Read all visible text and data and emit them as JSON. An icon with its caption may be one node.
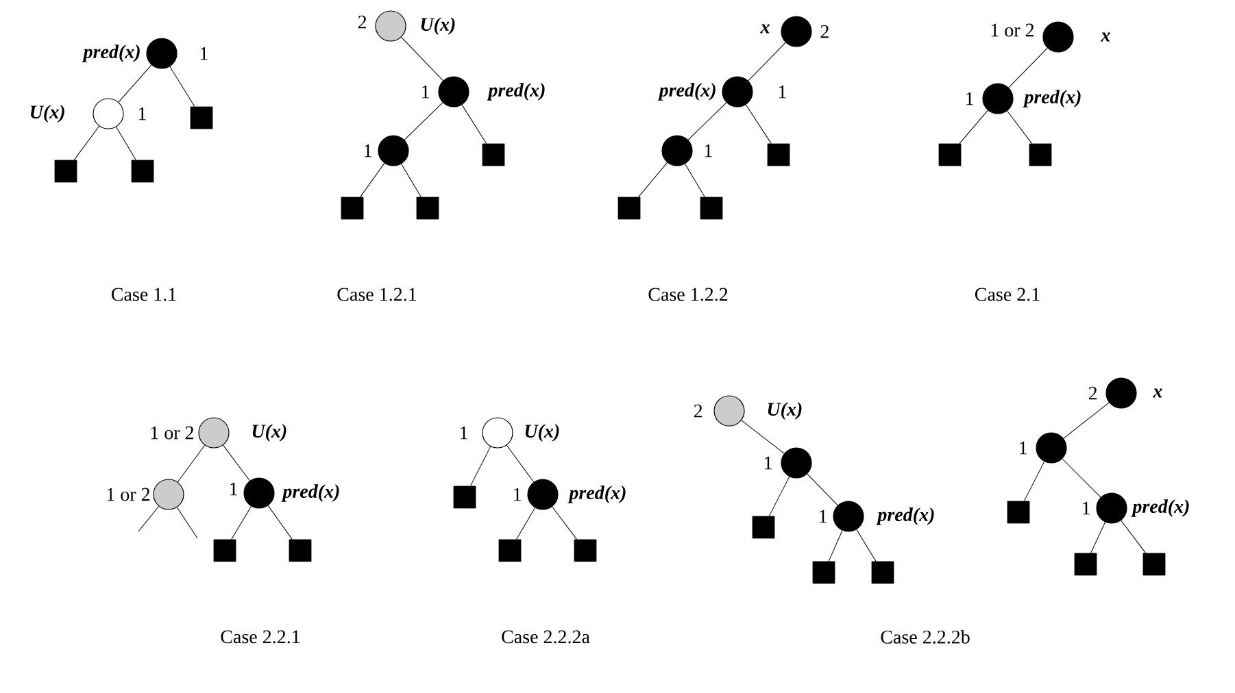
{
  "diagram": {
    "nodes": [
      {
        "text": [],
        "shape": "circle",
        "beside": [
          "pred(x)",
          "1"
        ]
      },
      {
        "text": [],
        "shape": "circle",
        "beside": [
          "U(x)",
          "1"
        ]
      },
      {
        "text": [],
        "shape": "box"
      },
      {
        "text": [],
        "shape": "box"
      },
      {
        "text": [],
        "shape": "box"
      },
      {
        "text": [],
        "shape": "circle",
        "beside": [
          "2",
          "U(x)"
        ]
      },
      {
        "text": [],
        "shape": "circle",
        "beside": [
          "1",
          "pred(x)"
        ]
      },
      {
        "text": [],
        "shape": "circle",
        "beside": [
          "1"
        ]
      },
      {
        "text": [],
        "shape": "box"
      },
      {
        "text": [],
        "shape": "box"
      },
      {
        "text": [],
        "shape": "box"
      },
      {
        "text": [],
        "shape": "circle",
        "beside": [
          "x",
          "2"
        ]
      },
      {
        "text": [],
        "shape": "circle",
        "beside": [
          "pred(x)",
          "1"
        ]
      },
      {
        "text": [],
        "shape": "circle",
        "beside": [
          "1"
        ]
      },
      {
        "text": [],
        "shape": "box"
      },
      {
        "text": [],
        "shape": "box"
      },
      {
        "text": [],
        "shape": "box"
      },
      {
        "text": [],
        "shape": "circle",
        "beside": [
          "1 or 2",
          "x"
        ]
      },
      {
        "text": [],
        "shape": "circle",
        "beside": [
          "1",
          "pred(x)"
        ]
      },
      {
        "text": [],
        "shape": "box"
      },
      {
        "text": [],
        "shape": "box"
      },
      {
        "text": [],
        "shape": "circle",
        "beside": [
          "1 or 2",
          "U(x)"
        ]
      },
      {
        "text": [],
        "shape": "circle",
        "beside": [
          "1 or 2"
        ]
      },
      {
        "text": [],
        "shape": "circle",
        "beside": [
          "1",
          "pred(x)"
        ]
      },
      {
        "text": [],
        "shape": "box"
      },
      {
        "text": [],
        "shape": "box"
      },
      {
        "text": [],
        "shape": "circle",
        "beside": [
          "1",
          "U(x)"
        ]
      },
      {
        "text": [],
        "shape": "box"
      },
      {
        "text": [],
        "shape": "circle",
        "beside": [
          "1",
          "pred(x)"
        ]
      },
      {
        "text": [],
        "shape": "box"
      },
      {
        "text": [],
        "shape": "box"
      },
      {
        "text": [],
        "shape": "circle",
        "beside": [
          "2",
          "U(x)"
        ]
      },
      {
        "text": [],
        "shape": "circle",
        "beside": [
          "1"
        ]
      },
      {
        "text": [],
        "shape": "box"
      },
      {
        "text": [],
        "shape": "circle",
        "beside": [
          "1",
          "pred(x)"
        ]
      },
      {
        "text": [],
        "shape": "box"
      },
      {
        "text": [],
        "shape": "box"
      },
      {
        "text": [],
        "shape": "circle",
        "beside": [
          "2",
          "x"
        ]
      },
      {
        "text": [],
        "shape": "circle",
        "beside": [
          "1"
        ]
      },
      {
        "text": [],
        "shape": "box"
      },
      {
        "text": [],
        "shape": "circle",
        "beside": [
          "1",
          "pred(x)"
        ]
      },
      {
        "text": [],
        "shape": "box"
      },
      {
        "text": [],
        "shape": "box"
      }
    ],
    "edges": [
      {
        "from": 0,
        "to": 1,
        "arrow": "none"
      },
      {
        "from": 0,
        "to": 2,
        "arrow": "none"
      },
      {
        "from": 1,
        "to": 3,
        "arrow": "none"
      },
      {
        "from": 1,
        "to": 4,
        "arrow": "none"
      },
      {
        "from": 5,
        "to": 6,
        "arrow": "none"
      },
      {
        "from": 6,
        "to": 7,
        "arrow": "none"
      },
      {
        "from": 6,
        "to": 8,
        "arrow": "none"
      },
      {
        "from": 7,
        "to": 9,
        "arrow": "none"
      },
      {
        "from": 7,
        "to": 10,
        "arrow": "none"
      },
      {
        "from": 11,
        "to": 12,
        "arrow": "none"
      },
      {
        "from": 12,
        "to": 13,
        "arrow": "none"
      },
      {
        "from": 12,
        "to": 14,
        "arrow": "none"
      },
      {
        "from": 13,
        "to": 15,
        "arrow": "none"
      },
      {
        "from": 13,
        "to": 16,
        "arrow": "none"
      },
      {
        "from": 17,
        "to": 18,
        "arrow": "none"
      },
      {
        "from": 18,
        "to": 19,
        "arrow": "none"
      },
      {
        "from": 18,
        "to": 20,
        "arrow": "none"
      },
      {
        "from": 21,
        "to": 22,
        "arrow": "none"
      },
      {
        "from": 21,
        "to": 23,
        "arrow": "none"
      },
      {
        "from": 22,
        "to": null,
        "arrow": "none"
      },
      {
        "from": 22,
        "to": null,
        "arrow": "none"
      },
      {
        "from": 23,
        "to": 24,
        "arrow": "none"
      },
      {
        "from": 23,
        "to": 25,
        "arrow": "none"
      },
      {
        "from": 26,
        "to": 27,
        "arrow": "none"
      },
      {
        "from": 26,
        "to": 28,
        "arrow": "none"
      },
      {
        "from": 28,
        "to": 29,
        "arrow": "none"
      },
      {
        "from": 28,
        "to": 30,
        "arrow": "none"
      },
      {
        "from": 31,
        "to": 32,
        "arrow": "none"
      },
      {
        "from": 32,
        "to": 33,
        "arrow": "none"
      },
      {
        "from": 32,
        "to": 34,
        "arrow": "none"
      },
      {
        "from": 34,
        "to": 35,
        "arrow": "none"
      },
      {
        "from": 34,
        "to": 36,
        "arrow": "none"
      },
      {
        "from": 37,
        "to": 38,
        "arrow": "none"
      },
      {
        "from": 38,
        "to": 39,
        "arrow": "none"
      },
      {
        "from": 38,
        "to": 40,
        "arrow": "none"
      },
      {
        "from": 40,
        "to": 41,
        "arrow": "none"
      },
      {
        "from": 40,
        "to": 42,
        "arrow": "none"
      }
    ],
    "labels": [
      "Case 1.1",
      "Case 1.2.1",
      "Case 1.2.2",
      "Case 2.1",
      "Case 2.2.1",
      "Case 2.2.2a",
      "Case 2.2.2b"
    ]
  }
}
